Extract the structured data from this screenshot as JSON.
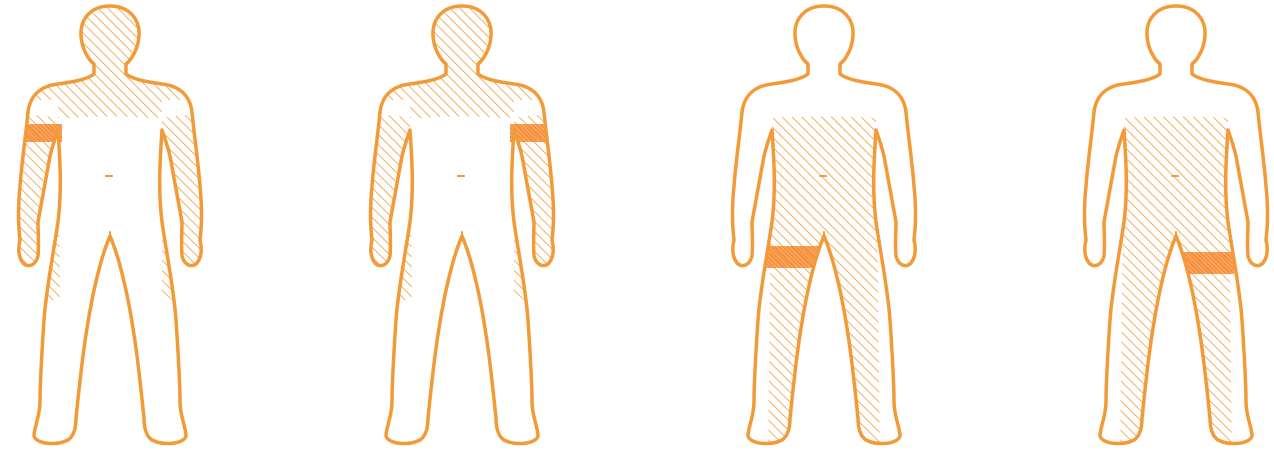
{
  "colors": {
    "accent": "#F29A38",
    "band": "#F5862A",
    "background": "#FFFFFF"
  },
  "figures": [
    {
      "id": "figure-1",
      "view": "front",
      "shaded_region": "upper-body-and-arms",
      "band_location": "right-upper-arm"
    },
    {
      "id": "figure-2",
      "view": "front",
      "shaded_region": "upper-body-and-arms",
      "band_location": "left-upper-arm"
    },
    {
      "id": "figure-3",
      "view": "front",
      "shaded_region": "trunk-and-legs",
      "band_location": "right-thigh"
    },
    {
      "id": "figure-4",
      "view": "front",
      "shaded_region": "trunk-and-legs",
      "band_location": "left-thigh"
    }
  ]
}
